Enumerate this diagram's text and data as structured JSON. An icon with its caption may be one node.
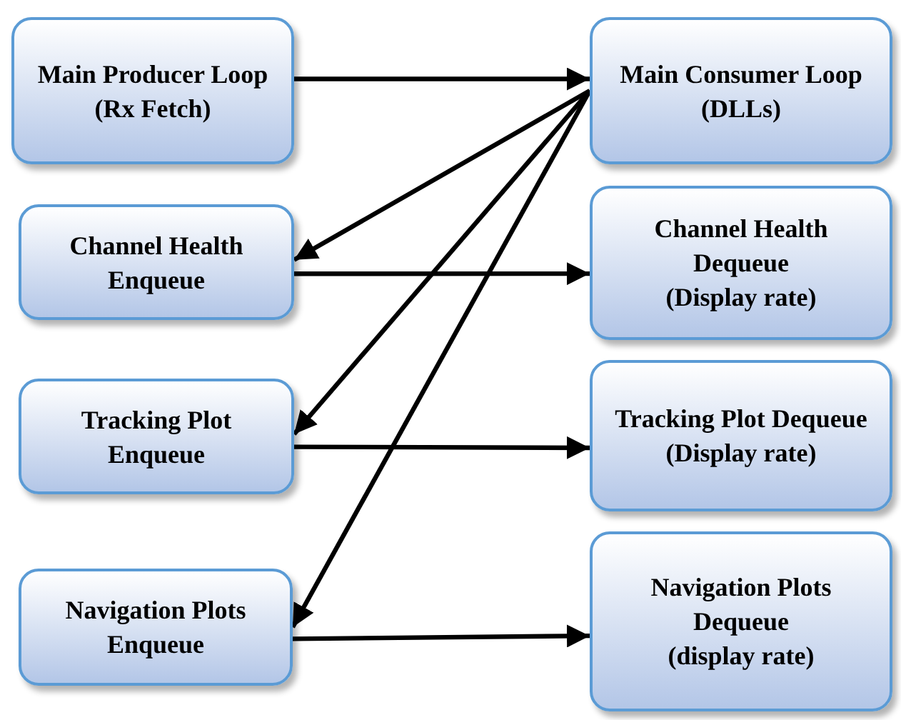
{
  "diagram": {
    "nodes": [
      {
        "text": [
          "Main Producer Loop",
          "(Rx Fetch)"
        ]
      },
      {
        "text": [
          "Main Consumer Loop",
          "(DLLs)"
        ]
      },
      {
        "text": [
          "Channel Health Enqueue"
        ]
      },
      {
        "text": [
          "Channel Health Dequeue",
          "(Display rate)"
        ]
      },
      {
        "text": [
          "Tracking Plot Enqueue"
        ]
      },
      {
        "text": [
          "Tracking Plot Dequeue",
          "(Display rate)"
        ]
      },
      {
        "text": [
          "Navigation Plots Enqueue"
        ]
      },
      {
        "text": [
          "Navigation Plots Dequeue",
          "(display rate)"
        ]
      }
    ],
    "edges": [
      {
        "from": 0,
        "to": 1,
        "arrow": "to"
      },
      {
        "from": 1,
        "to": 2,
        "arrow": "to"
      },
      {
        "from": 1,
        "to": 4,
        "arrow": "to"
      },
      {
        "from": 1,
        "to": 6,
        "arrow": "to"
      },
      {
        "from": 2,
        "to": 3,
        "arrow": "to"
      },
      {
        "from": 4,
        "to": 5,
        "arrow": "to"
      },
      {
        "from": 6,
        "to": 7,
        "arrow": "to"
      }
    ]
  }
}
